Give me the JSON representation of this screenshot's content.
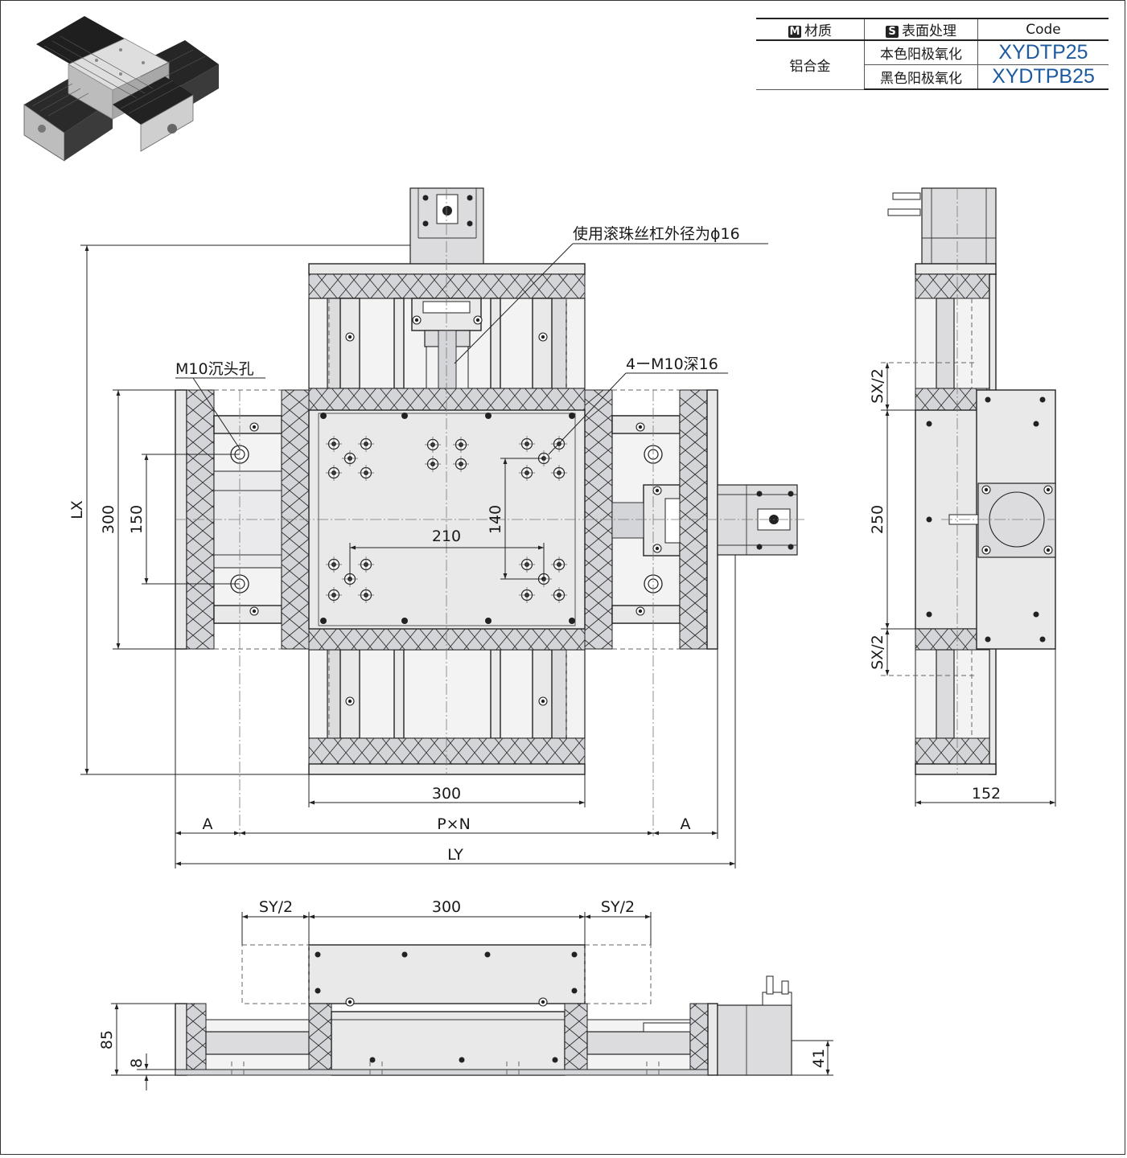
{
  "spec_table": {
    "material_header": "材质",
    "material_badge": "M",
    "surface_header": "表面处理",
    "surface_badge": "S",
    "code_header": "Code",
    "material": "铝合金",
    "rows": [
      {
        "surface": "本色阳极氧化",
        "code": "XYDTP25"
      },
      {
        "surface": "黑色阳极氧化",
        "code": "XYDTPB25"
      }
    ]
  },
  "notes": {
    "ball_screw": "使用滚珠丝杠外径为ϕ16",
    "counterbore": "M10沉头孔",
    "tapped_holes": "4ーM10深16"
  },
  "dimensions": {
    "lx": "LX",
    "ly": "LY",
    "a_left": "A",
    "a_right": "A",
    "pxn": "P×N",
    "width_300_top": "300",
    "height_300": "300",
    "pitch_150": "150",
    "spacing_210": "210",
    "spacing_140": "140",
    "sx_half_top": "SX/2",
    "sx_half_bottom": "SX/2",
    "side_250": "250",
    "side_152": "152",
    "sy_half_left": "SY/2",
    "sy_half_right": "SY/2",
    "front_300": "300",
    "height_85": "85",
    "height_8": "8",
    "height_41": "41"
  }
}
